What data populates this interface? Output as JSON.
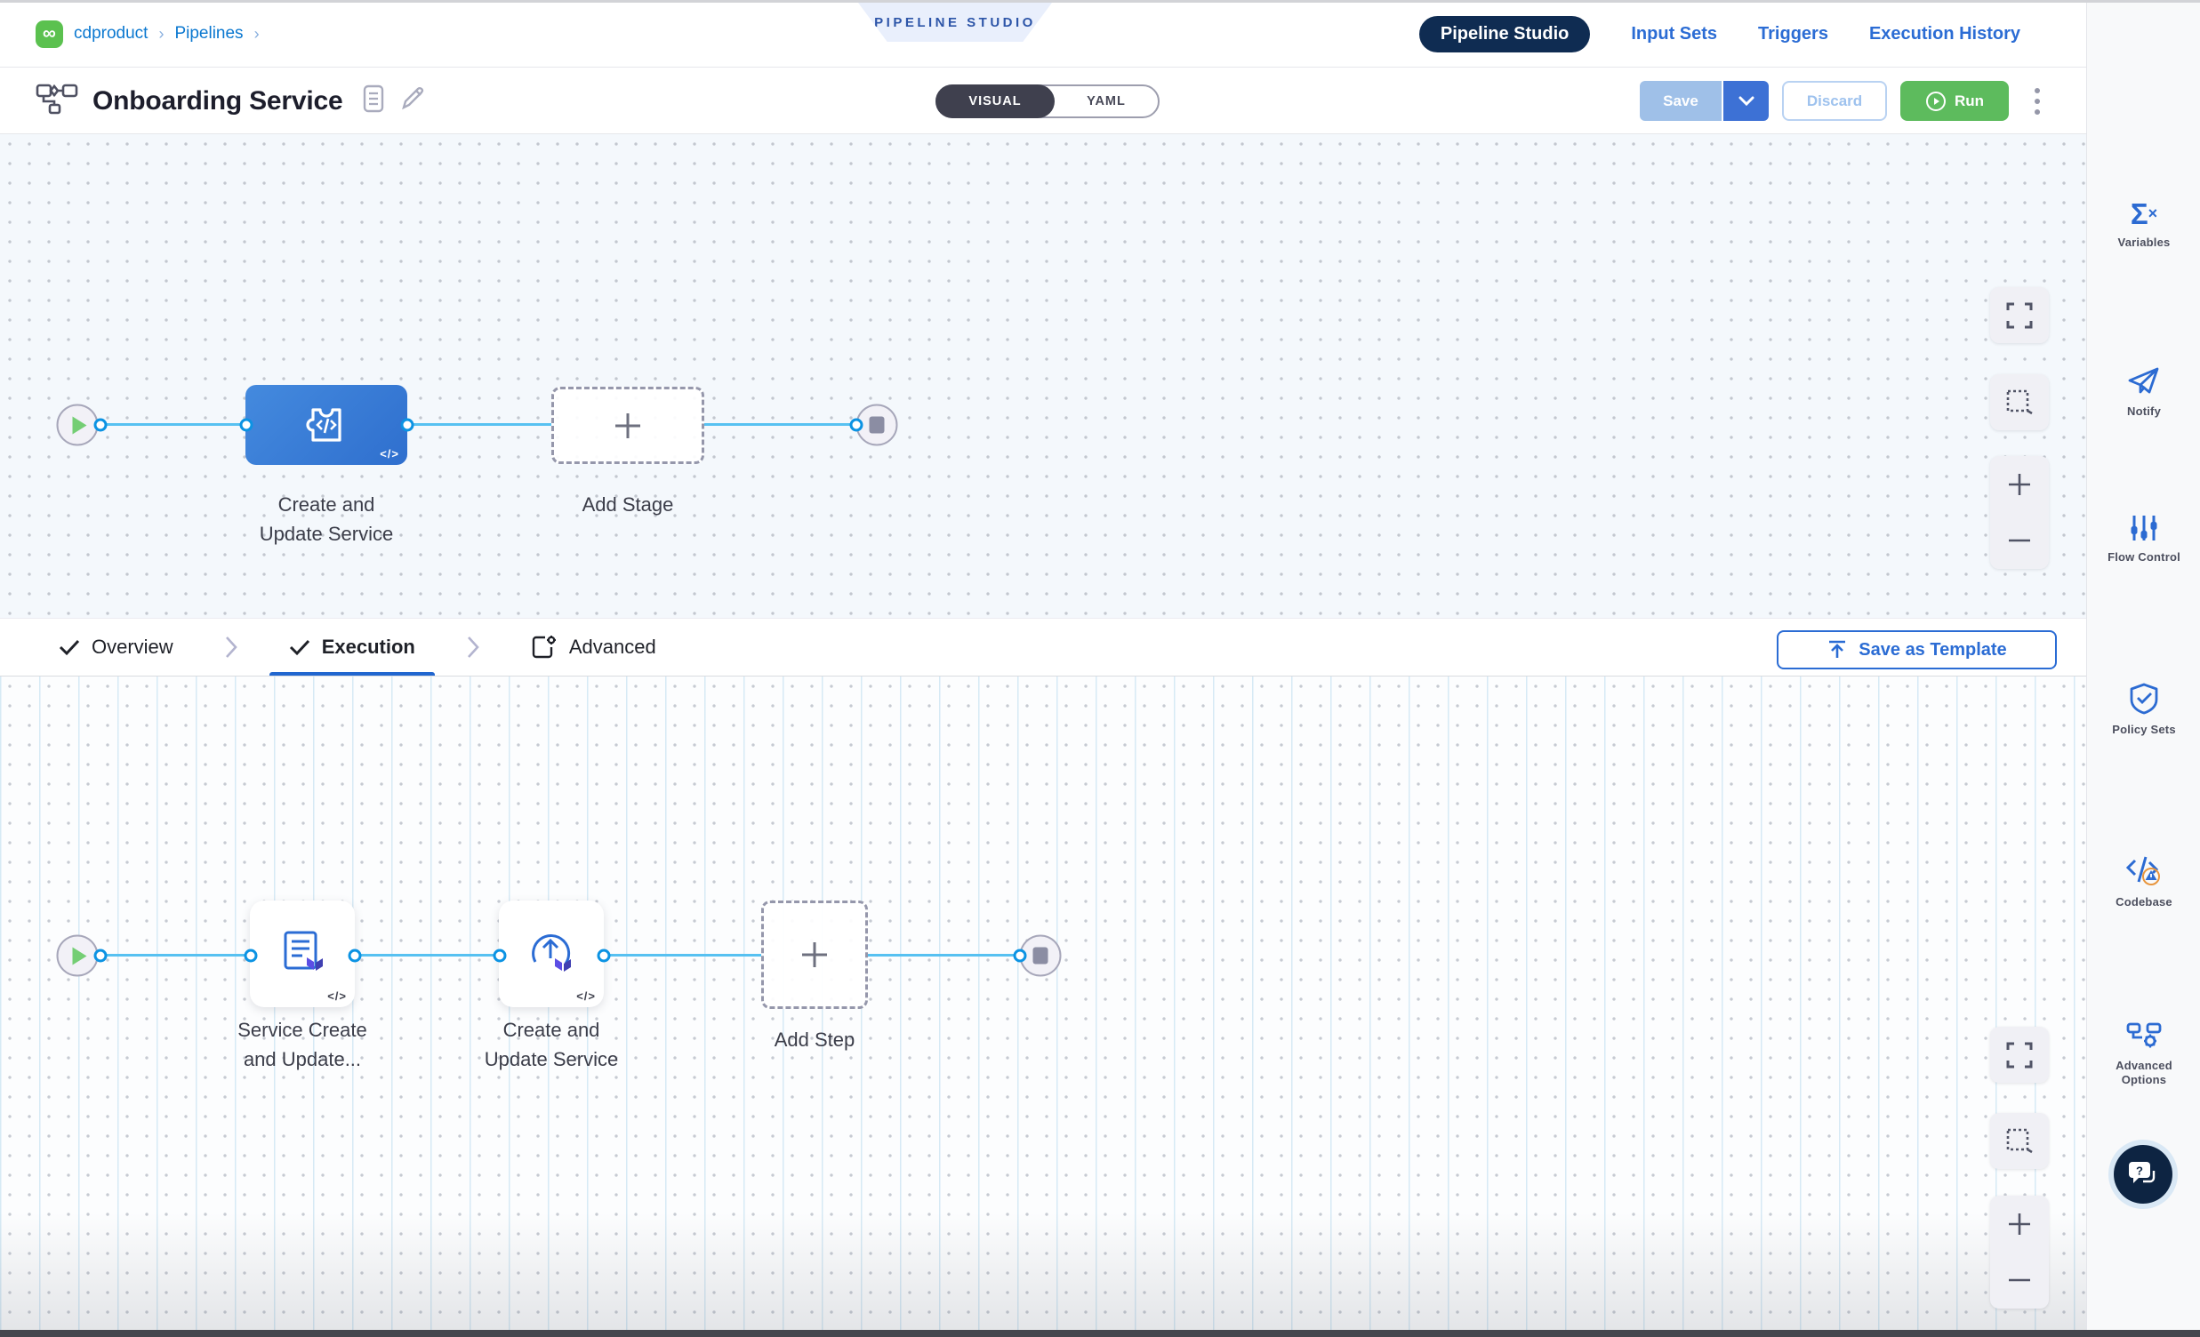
{
  "header": {
    "breadcrumb": {
      "items": [
        "cdproduct",
        "Pipelines"
      ]
    },
    "banner": "PIPELINE STUDIO",
    "nav_tabs": [
      {
        "label": "Pipeline Studio",
        "active": true
      },
      {
        "label": "Input Sets",
        "active": false
      },
      {
        "label": "Triggers",
        "active": false
      },
      {
        "label": "Execution History",
        "active": false
      }
    ]
  },
  "toolbar": {
    "title": "Onboarding Service",
    "mode_toggle": {
      "options": [
        "VISUAL",
        "YAML"
      ],
      "selected": "VISUAL"
    },
    "save_label": "Save",
    "discard_label": "Discard",
    "run_label": "Run"
  },
  "pipeline_canvas": {
    "stage": {
      "line1": "Create and",
      "line2": "Update Service"
    },
    "add_stage_label": "Add Stage"
  },
  "stage_tabs": {
    "tabs": [
      {
        "label": "Overview",
        "checked": true,
        "active": false
      },
      {
        "label": "Execution",
        "checked": true,
        "active": true
      },
      {
        "label": "Advanced",
        "checked": false,
        "active": false
      }
    ],
    "save_as_template_label": "Save as Template"
  },
  "execution_canvas": {
    "steps": [
      {
        "line1": "Service Create",
        "line2": "and Update..."
      },
      {
        "line1": "Create and",
        "line2": "Update Service"
      }
    ],
    "add_step_label": "Add Step"
  },
  "right_sidebar": {
    "items": [
      {
        "label": "Variables"
      },
      {
        "label": "Notify"
      },
      {
        "label": "Flow Control"
      },
      {
        "label": "Policy Sets"
      },
      {
        "label": "Codebase"
      },
      {
        "label": "Advanced Options"
      }
    ]
  },
  "misc": {
    "code_badge": "</>",
    "infinity_glyph": "∞"
  },
  "colors": {
    "accent_blue": "#2b6cd4",
    "link_blue": "#0b78d0",
    "nav_pill_bg": "#0f2c52",
    "node_blue": "#3b7bd6",
    "connector_blue": "#57c1f1",
    "port_blue": "#0c93e3",
    "run_green": "#5dbb5d",
    "save_disabled_blue": "#9fc0e8",
    "save_caret_blue": "#3d71d5",
    "terraform_purple": "#5c4ee5"
  }
}
